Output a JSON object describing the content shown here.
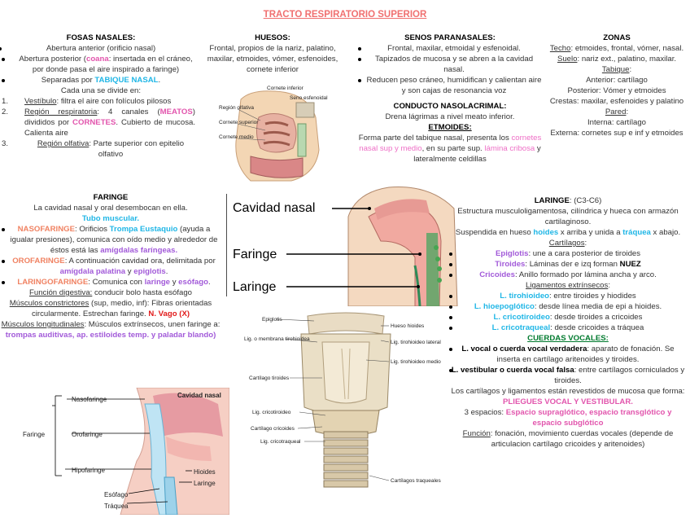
{
  "title": "TRACTO RESPIRATORIO SUPERIOR",
  "fosas": {
    "heading": "FOSAS NASALES:",
    "b1": "Abertura anterior (orificio nasal)",
    "b2a": "Abertura posterior (",
    "b2hl": "coana",
    "b2b": ": insertada en el cráneo, por donde pasa el aire inspirado a faringe)",
    "b3a": "Separadas por ",
    "b3hl": "TABIQUE NASAL",
    "b3b": ".",
    "sub": "Cada una se divide en:",
    "n1u": "Vestíbulo",
    "n1": ": filtra el aire con folículos pilosos",
    "n2u": "Región respiratoria",
    "n2a": ": 4 canales (",
    "n2hl": "MEATOS",
    "n2b": ") divididos por ",
    "n2hl2": "CORNETES",
    "n2c": ". Cubierto de mucosa. Calienta aire",
    "n3u": "Región olfativa",
    "n3": ": Parte superior con epitelio olfativo"
  },
  "huesos": {
    "heading": "HUESOS:",
    "text": "Frontal, propios de la nariz, palatino, maxilar, etmoides, vómer, esfenoides, cornete inferior"
  },
  "senos": {
    "heading": "SENOS PARANASALES:",
    "b1": "Frontal, maxilar, etmoidal y esfenoidal.",
    "b2": "Tapizados de mucosa y se abren a la cavidad nasal.",
    "b3": "Reducen peso cráneo, humidifican y calientan aire y son cajas de resonancia voz"
  },
  "conducto": {
    "heading": "CONDUCTO NASOLACRIMAL:",
    "text": "Drena lágrimas a nivel meato inferior."
  },
  "etmoides": {
    "heading": "ETMOIDES:",
    "t1": "Forma parte del tabique nasal, presenta los ",
    "hl": "cornetes nasal sup y medio",
    "t2": ", en su parte sup. ",
    "hl2": "lámina cribosa",
    "t3": " y lateralmente celdillas"
  },
  "zonas": {
    "heading": "ZONAS",
    "techo_u": "Techo",
    "techo": ": etmoides, frontal, vómer, nasal.",
    "suelo_u": "Suelo",
    "suelo": ": nariz ext., palatino, maxilar.",
    "tabique_u": "Tabique",
    "tabique": ":",
    "anterior": "Anterior: cartílago",
    "posterior": "Posterior: Vómer y etmoides",
    "crestas": "Crestas: maxilar, esfenoides y palatino",
    "pared_u": "Pared",
    "pared": ":",
    "interna": "Interna: cartílago",
    "externa": "Externa: cornetes sup e inf y etmoides"
  },
  "faringe": {
    "heading": "FARINGE",
    "text": "La cavidad nasal y oral desembocan en ella.",
    "tubo": "Tubo muscular.",
    "naso_hl": "NASOFARINGE",
    "naso_a": ": Orificios ",
    "naso_hl2": "Trompa Eustaquio",
    "naso_b": " (ayuda a igualar presiones), comunica con oído medio y alrededor de éstos está las ",
    "naso_hl3": "amígdalas faríngeas.",
    "oro_hl": "OROFARINGE",
    "oro_a": ": A continuación cavidad ora, delimitada por ",
    "oro_hl2": "amígdala palatina",
    "oro_b": " y ",
    "oro_hl3": "epiglotis",
    "oro_c": ".",
    "lar_hl": "LARINGOFARINGE",
    "lar_a": ": Comunica con ",
    "lar_hl2": "laringe",
    "lar_b": " y ",
    "lar_hl3": "esófago",
    "lar_c": ".",
    "dig_u": "Función digestiva:",
    "dig": " conducir bolo hasta esófago",
    "mc_u": "Músculos constrictores",
    "mc": " (sup, medio, inf): Fibras orientadas circularmente. Estrechan faringe. ",
    "vago": "N. Vago (X)",
    "ml_u": "Músculos longitudinales",
    "ml": ": Músculos extrínsecos, unen faringe a: ",
    "ml_hl": "trompas auditivas, ap. estiloides temp. y paladar blando)"
  },
  "laringe": {
    "heading": "LARINGE",
    "sub": ": (C3-C6)",
    "t1": "Estructura musculoligamentosa, cilíndrica y hueca con armazón cartilaginoso.",
    "t2a": "Suspendida en hueso ",
    "t2hl": "hoides",
    "t2b": " x arriba y unida a ",
    "t2hl2": "tráquea",
    "t2c": " x abajo.",
    "cart_u": "Cartílagos",
    "cart": ":",
    "epi_hl": "Epiglotis",
    "epi": ": une a cara posterior de tiroides",
    "tir_hl": "Tiroides",
    "tir": ": Láminas der e izq forman ",
    "tir_b": "NUEZ",
    "cri_hl": "Cricoides",
    "cri": ": Anillo formado por lámina ancha y arco.",
    "lig_u": "Ligamentos extrínsecos",
    "lig": ":",
    "l1hl": "L. tirohioideo",
    "l1": ": entre tiroides y hiodides",
    "l2hl": "L. hioepoglótico",
    "l2": ": desde línea media de epi a hioides.",
    "l3hl": "L. cricotiroideo",
    "l3": ": desde tiroides a cricoides",
    "l4hl": "L. cricotraqueal",
    "l4": ": desde cricoides a tráquea",
    "cv": "CUERDAS VOCALES:",
    "cv1b": "L. vocal o cuerda vocal verdadera",
    "cv1": ": aparato de fonación. Se inserta en cartílago aritenoides y tiroides.",
    "cv2b": "L. vestibular o cuerda vocal falsa",
    "cv2": ": entre cartílagos corniculados y tiroides.",
    "rev": "Los cartílagos y ligamentos están revestidos de mucosa que forma: ",
    "rev_hl": "PLIEGUES VOCAL Y VESTIBULAR.",
    "esp": "3 espacios: ",
    "esp_hl": "Espacio supraglótico, espacio transglótico y espacio subglótico",
    "fun_u": "Función",
    "fun": ": fonación, movimiento cuerdas vocales (depende de articulacion cartílago cricoides y aritenoides)"
  },
  "diagram_mid": {
    "cavidad": "Cavidad nasal",
    "faringe": "Faringe",
    "laringe": "Laringe"
  },
  "diagram_larynx": {
    "epiglotis": "Epiglotis",
    "memb": "Lig. o membrana tirohioidea",
    "tiroides": "Cartílago tiroides",
    "cricotiroideo": "Lig. cricotiroideo",
    "cricoides": "Cartílago cricoides",
    "cricotraqueal": "Lig. cricotraqueal",
    "hueso": "Hueso hioides",
    "lateral": "Lig. tirohioideo lateral",
    "medio": "Lig. tirohioideo medio",
    "traqueales": "Cartílagos traqueales"
  },
  "diagram_bottom": {
    "cavidad": "Cavidad nasal",
    "naso": "Nasofaringe",
    "faringe": "Faringe",
    "oro": "Orofaringe",
    "hipo": "Hipofaringe",
    "hioides": "Hioides",
    "laringe": "Laringe",
    "esofago": "Esófago",
    "traquea": "Tráquea"
  },
  "diagram_nose": {
    "l1": "Región olfativa",
    "l2": "Cornete superior",
    "l3": "Cornete medio",
    "l4": "Cornete inferior",
    "l5": "Seno esfenoidal"
  }
}
